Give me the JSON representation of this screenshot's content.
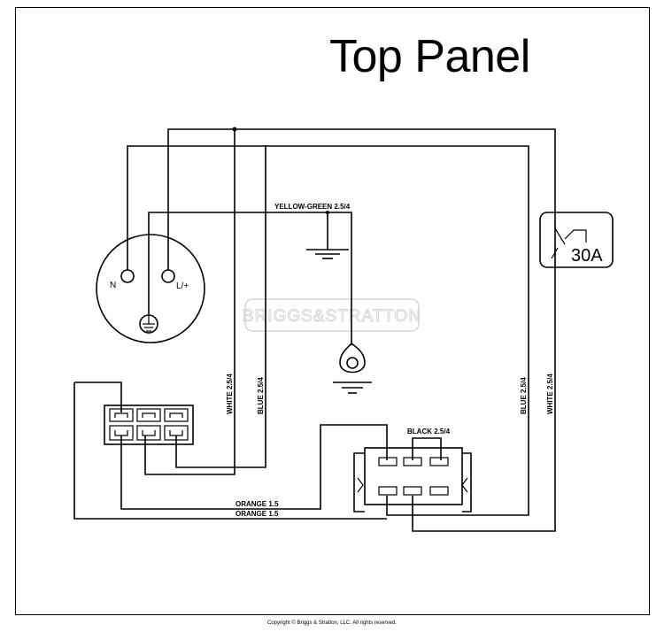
{
  "title": "Top Panel",
  "copyright": "Copyright © Briggs & Stratton, LLC. All rights reserved.",
  "watermark": "BRIGGS&STRATTON",
  "labels": {
    "yellow_green": "YELLOW-GREEN 2.5/4",
    "white_left": "WHITE 2.5/4",
    "blue_left": "BLUE 2.5/4",
    "blue_right": "BLUE 2.5/4",
    "white_right": "WHITE 2.5/4",
    "black": "BLACK 2.5/4",
    "orange_1": "ORANGE 1.5",
    "orange_2": "ORANGE 1.5",
    "breaker": "30A",
    "neutral": "N",
    "line": "L/+"
  }
}
